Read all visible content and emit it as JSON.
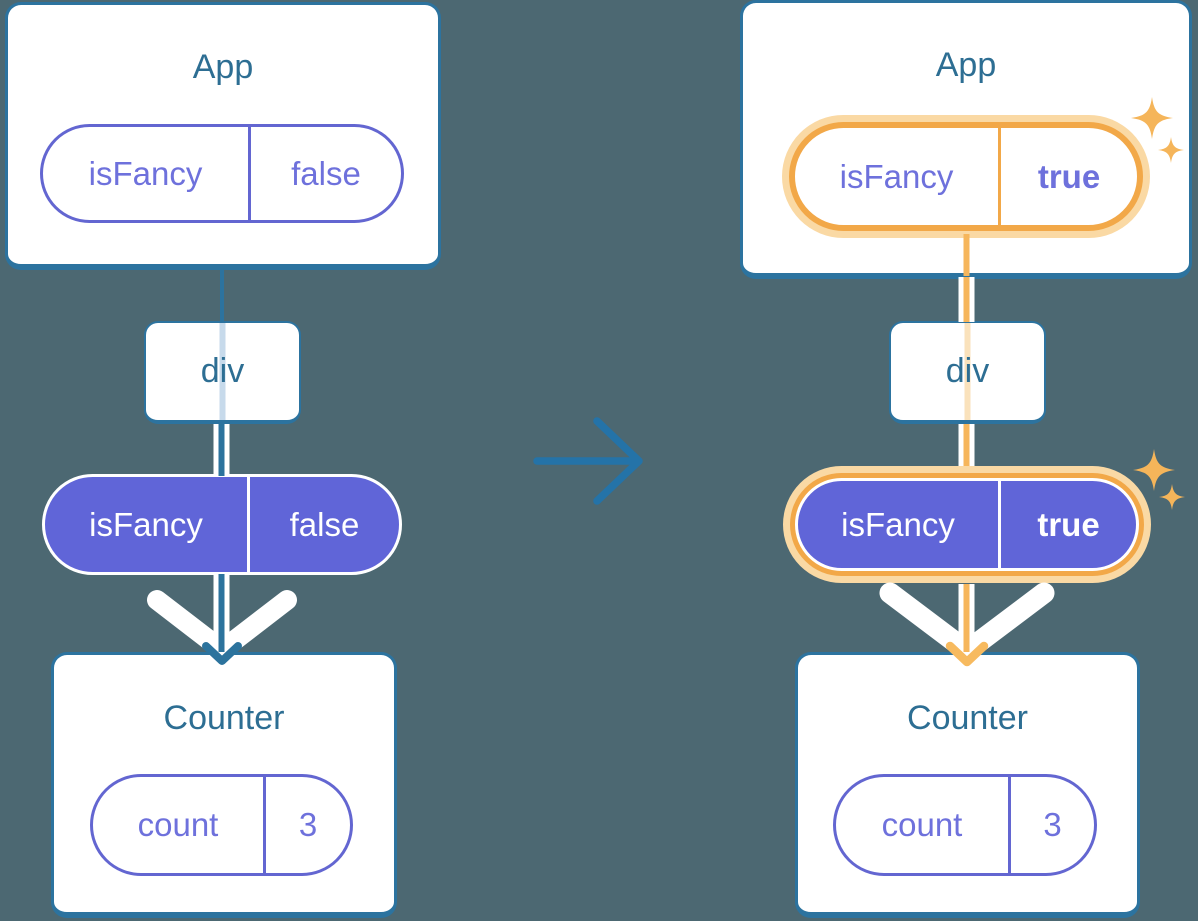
{
  "colors": {
    "background": "#4C6872",
    "card_border": "#2C739F",
    "heading_text": "#2D6E93",
    "prop_purple_fill": "#6065D8",
    "prop_outline_purple": "#6366D1",
    "prop_text_purple": "#6E71DC",
    "highlight_orange": "#F2A848",
    "highlight_glow": "#FAD9A4",
    "flow_line_teal": "#2C739D",
    "flow_line_orange": "#F6B65C",
    "transition_arrow_blue": "#2473A8",
    "sparkle_orange": "#F5B55A"
  },
  "before": {
    "app": {
      "title": "App",
      "prop_name": "isFancy",
      "prop_value": "false"
    },
    "div_label": "div",
    "passed_prop_name": "isFancy",
    "passed_prop_value": "false",
    "counter": {
      "title": "Counter",
      "state_name": "count",
      "state_value": "3"
    }
  },
  "after": {
    "app": {
      "title": "App",
      "prop_name": "isFancy",
      "prop_value": "true"
    },
    "div_label": "div",
    "passed_prop_name": "isFancy",
    "passed_prop_value": "true",
    "counter": {
      "title": "Counter",
      "state_name": "count",
      "state_value": "3"
    }
  }
}
